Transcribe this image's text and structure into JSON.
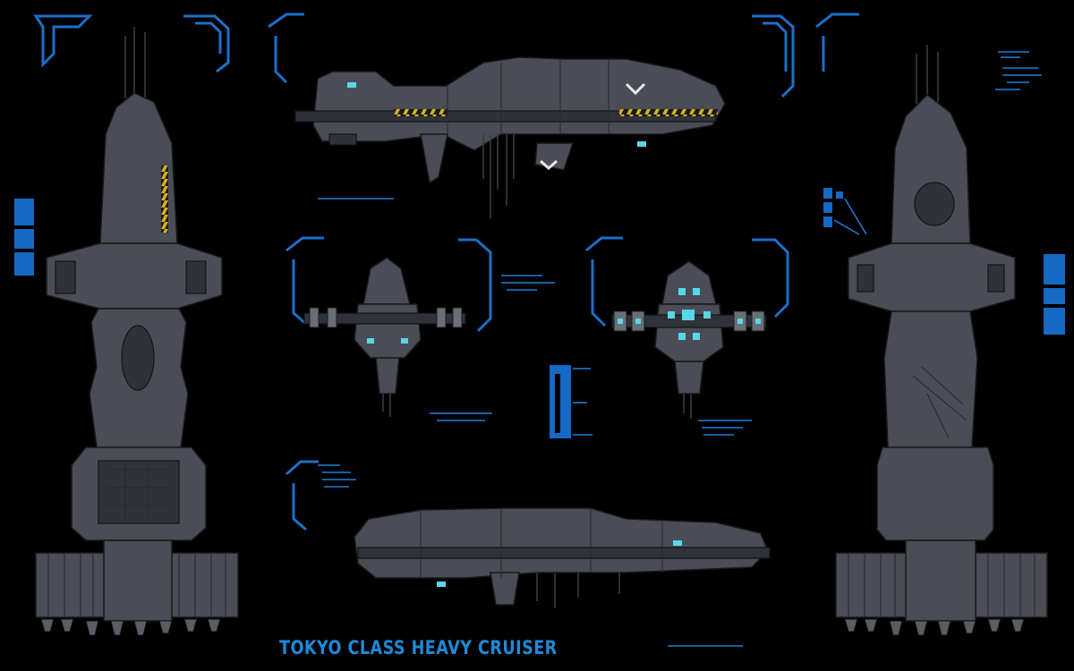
{
  "title": "TOKYO CLASS HEAVY CRUISER",
  "colors": {
    "background": "#000000",
    "title": "#1e8ad8",
    "hud": "#1d6fc8",
    "hull": "#4a4d55",
    "hazard": "#d3b21c",
    "glow": "#58d8e6"
  },
  "views": [
    "top-view-ship",
    "side-view-ship",
    "front-view-ship",
    "rear-view-ship",
    "side-view-ship-lower",
    "bottom-view-ship"
  ]
}
